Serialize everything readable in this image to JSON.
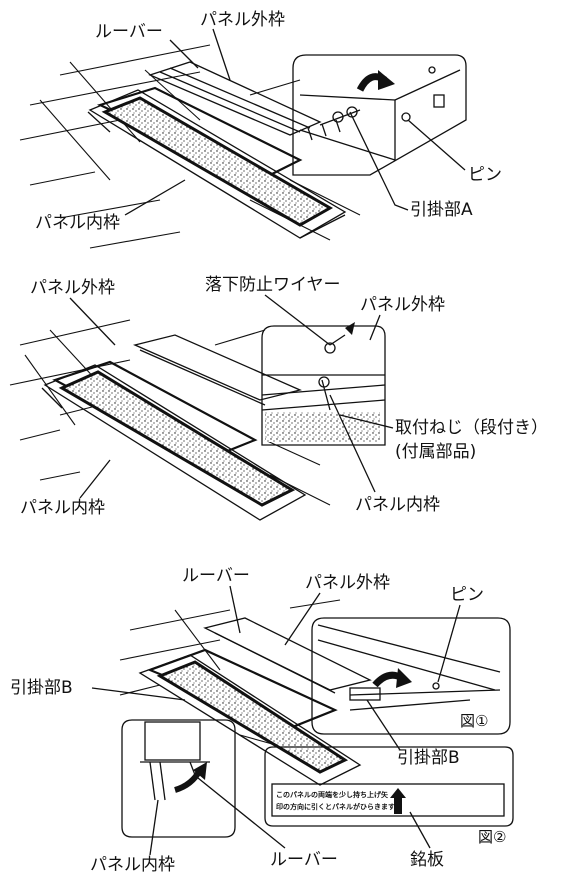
{
  "figure1": {
    "louver": "ルーバー",
    "outer_frame": "パネル外枠",
    "pin": "ピン",
    "hook_a": "引掛部A",
    "inner_frame": "パネル内枠"
  },
  "figure2": {
    "outer_frame_left": "パネル外枠",
    "wire": "落下防止ワイヤー",
    "outer_frame_right": "パネル外枠",
    "screw": "取付ねじ（段付き）",
    "screw_note": "(付属部品)",
    "inner_frame_left": "パネル内枠",
    "inner_frame_right": "パネル内枠"
  },
  "figure3": {
    "louver_top": "ルーバー",
    "outer_frame": "パネル外枠",
    "pin": "ピン",
    "hook_b_left": "引掛部B",
    "fig1_label": "図①",
    "hook_b_bottom": "引掛部B",
    "plate_line1": "このパネルの両端を少し持ち上げ矢",
    "plate_line2": "印の方向に引くとパネルがひらきます",
    "fig2_label": "図②",
    "inner_frame": "パネル内枠",
    "louver_bottom": "ルーバー",
    "nameplate": "銘板"
  }
}
